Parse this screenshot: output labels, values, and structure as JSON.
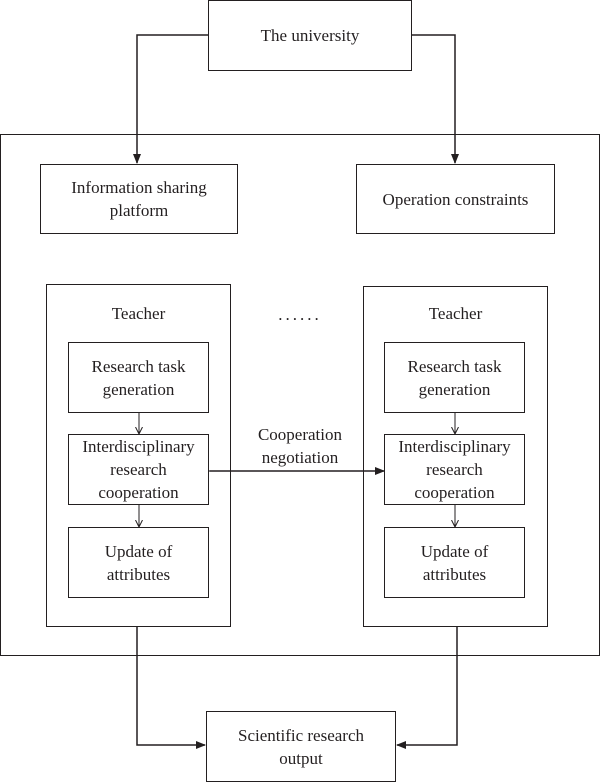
{
  "diagram": {
    "university": "The university",
    "info_platform": "Information sharing\nplatform",
    "operation_constraints": "Operation constraints",
    "left_teacher": {
      "title": "Teacher",
      "task": "Research task\ngeneration",
      "coop": "Interdisciplinary\nresearch\ncooperation",
      "update": "Update of\nattributes"
    },
    "right_teacher": {
      "title": "Teacher",
      "task": "Research task\ngeneration",
      "coop": "Interdisciplinary\nresearch\ncooperation",
      "update": "Update of\nattributes"
    },
    "ellipsis": "......",
    "negotiation": "Cooperation\nnegotiation",
    "output": "Scientific research\noutput"
  }
}
